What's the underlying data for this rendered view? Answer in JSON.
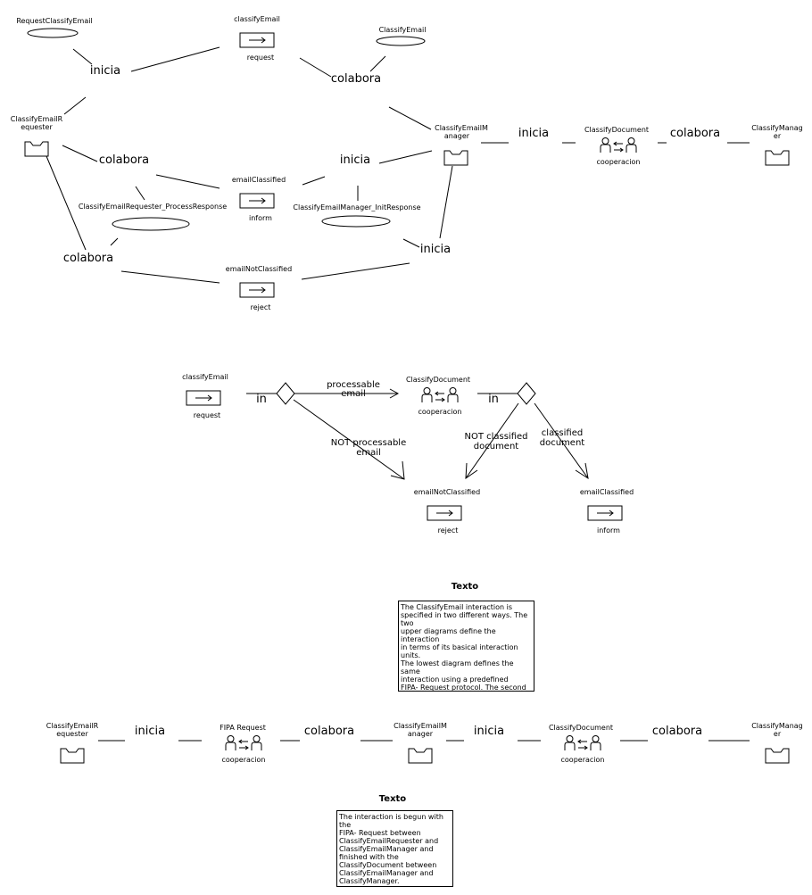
{
  "top": {
    "request_classify_email_goal": "RequestClassifyEmail",
    "classify_email_goal": "ClassifyEmail",
    "classify_email_unit": "classifyEmail",
    "request_label": "request",
    "requester_role_line1": "ClassifyEmailR",
    "requester_role_line2": "equester",
    "manager_role_line1": "ClassifyEmailM",
    "manager_role_line2": "anager",
    "classify_document": "ClassifyDocument",
    "cooperacion": "cooperacion",
    "classify_manager_line1": "ClassifyManag",
    "classify_manager_line2": "er",
    "email_classified": "emailClassified",
    "inform_label": "inform",
    "email_not_classified": "emailNotClassified",
    "reject_label": "reject",
    "process_response_task": "ClassifyEmailRequester_ProcessResponse",
    "init_response_task": "ClassifyEmailManager_InitResponse",
    "inicia": "inicia",
    "colabora": "colabora"
  },
  "workflow": {
    "classify_email": "classifyEmail",
    "request_label": "request",
    "in_label": "in",
    "processable_email_line1": "processable",
    "processable_email_line2": "email",
    "not_processable_line1": "NOT processable",
    "not_processable_line2": "email",
    "classify_document": "ClassifyDocument",
    "cooperacion": "cooperacion",
    "not_classified_line1": "NOT classified",
    "not_classified_line2": "document",
    "classified_line1": "classified",
    "classified_line2": "document",
    "email_not_classified": "emailNotClassified",
    "reject_label": "reject",
    "email_classified": "emailClassified",
    "inform_label": "inform"
  },
  "note1": {
    "title": "Texto",
    "body": "The ClassifyEmail interaction is\nspecified in two different ways. The two\nupper diagrams define the interaction\nin terms of its basical interaction units.\nThe lowest diagram defines the same\ninteraction using a predefined\nFIPA- Request protocol. The second\napproach relies in the ClassifyEmail\nworkflow description to indicate the\nremaining tasks."
  },
  "bottom": {
    "requester_line1": "ClassifyEmailR",
    "requester_line2": "equester",
    "inicia": "inicia",
    "fipa_request": "FIPA Request",
    "cooperacion": "cooperacion",
    "colabora": "colabora",
    "manager_line1": "ClassifyEmailM",
    "manager_line2": "anager",
    "classify_document": "ClassifyDocument",
    "classify_manager_line1": "ClassifyManag",
    "classify_manager_line2": "er"
  },
  "note2": {
    "title": "Texto",
    "body": "The interaction is begun with the\nFIPA- Request between\nClassifyEmailRequester and\nClassifyEmailManager and\nfinished with the\nClassifyDocument between\nClassifyEmailManager and\nClassifyManager."
  },
  "icons": {
    "interaction_unit": "arrow-box-icon",
    "role": "role-tray-icon",
    "cooperation_protocol": "two-agents-cooperation-icon",
    "decision": "diamond-icon",
    "goal": "ellipse-icon"
  }
}
